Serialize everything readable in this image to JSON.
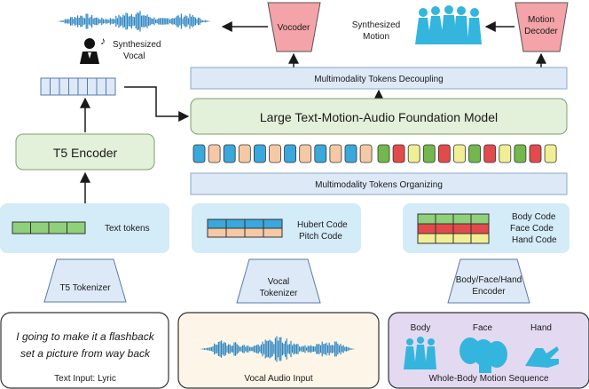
{
  "synth_vocal": [
    "Synthesized",
    "Vocal"
  ],
  "vocoder": "Vocoder",
  "synth_motion": [
    "Synthesized",
    "Motion"
  ],
  "motion_decoder": [
    "Motion",
    "Decoder"
  ],
  "decoupling": "Multimodality Tokens Decoupling",
  "foundation_model": "Large Text-Motion-Audio Foundation Model",
  "organizing": "Multimodality Tokens Organizing",
  "t5_encoder": "T5 Encoder",
  "text_tokens": "Text tokens",
  "hubert_code": "Hubert Code",
  "pitch_code": "Pitch Code",
  "body_code": "Body Code",
  "face_code": "Face  Code",
  "hand_code": "Hand Code",
  "t5_tokenizer": "T5 Tokenizer",
  "vocal_tokenizer": [
    "Vocal",
    "Tokenizer"
  ],
  "bfh_encoder": [
    "Body/Face/Hand",
    "Encoder"
  ],
  "lyric_lines": [
    "I going to make it a flashback",
    "set a picture from way back"
  ],
  "text_input_label": "Text Input: Lyric",
  "vocal_input_label": "Vocal Audio Input",
  "motion_labels": {
    "body": "Body",
    "face": "Face",
    "hand": "Hand"
  },
  "motion_input_label": "Whole-Body Motion Sequence",
  "colors": {
    "light_blue": "#dde9f7",
    "token_bg": "#d4ebf8",
    "green_box": "#e3f0da",
    "red_box": "#f4a3a8",
    "token_blue": "#3aa8dc",
    "token_peach": "#f5c9a6",
    "token_green": "#72b84c",
    "token_red": "#e24b4b",
    "token_yellow": "#f0ef96",
    "lavender": "#e3daf2",
    "cream": "#fdf6e8",
    "motion_cyan": "#33b5de",
    "wave_blue": "#2e86c1"
  }
}
